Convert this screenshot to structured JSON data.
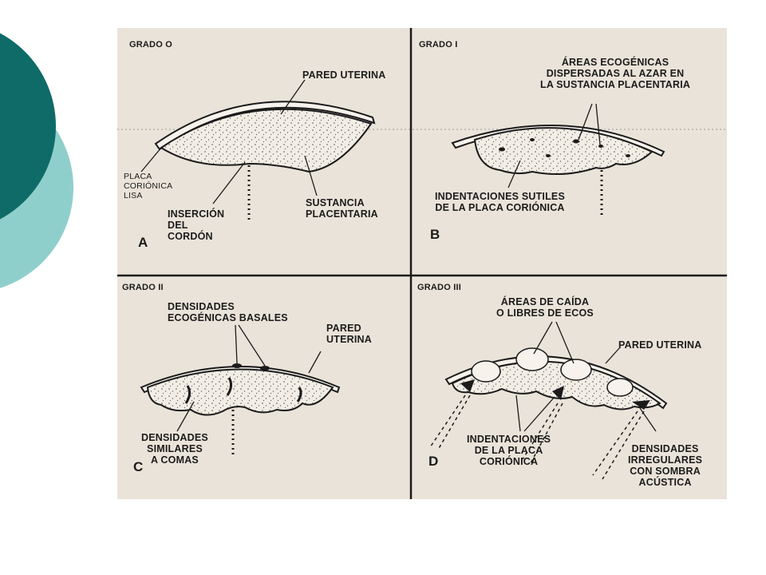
{
  "colors": {
    "circle_dark": "#0f6b68",
    "circle_light": "#8fcfcb",
    "paper": "#eae3d9",
    "ink": "#1b1b1b"
  },
  "panels": {
    "a": {
      "grade": "GRADO O",
      "letter": "A",
      "pared_uterina": "PARED UTERINA",
      "placa": [
        "PLACA",
        "CORIÓNICA",
        "LISA"
      ],
      "insercion": [
        "INSERCIÓN",
        "DEL",
        "CORDÓN"
      ],
      "sustancia": [
        "SUSTANCIA",
        "PLACENTARIA"
      ]
    },
    "b": {
      "grade": "GRADO I",
      "letter": "B",
      "areas": [
        "ÁREAS ECOGÉNICAS",
        "DISPERSADAS AL AZAR EN",
        "LA SUSTANCIA PLACENTARIA"
      ],
      "indentaciones": [
        "INDENTACIONES SUTILES",
        "DE LA PLACA CORIÓNICA"
      ]
    },
    "c": {
      "grade": "GRADO II",
      "letter": "C",
      "densidades_basales": [
        "DENSIDADES",
        "ECOGÉNICAS BASALES"
      ],
      "pared_uterina": [
        "PARED",
        "UTERINA"
      ],
      "densidades_comas": [
        "DENSIDADES",
        "SIMILARES",
        "A COMAS"
      ]
    },
    "d": {
      "grade": "GRADO III",
      "letter": "D",
      "areas_caida": [
        "ÁREAS DE CAÍDA",
        "O LIBRES DE ECOS"
      ],
      "pared_uterina": "PARED UTERINA",
      "indentaciones": [
        "INDENTACIONES",
        "DE LA PLACA",
        "CORIÓNICA"
      ],
      "densidades_irregulares": [
        "DENSIDADES",
        "IRREGULARES",
        "CON SOMBRA",
        "ACÚSTICA"
      ]
    }
  }
}
